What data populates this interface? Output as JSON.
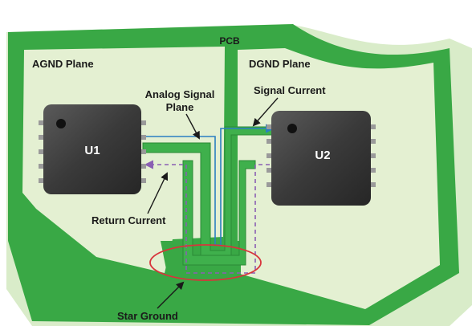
{
  "labels": {
    "pcb": "PCB",
    "agnd_plane": "AGND Plane",
    "dgnd_plane": "DGND Plane",
    "analog_signal_plane_line1": "Analog Signal",
    "analog_signal_plane_line2": "Plane",
    "signal_current": "Signal Current",
    "return_current": "Return Current",
    "star_ground": "Star Ground"
  },
  "chips": {
    "u1": "U1",
    "u2": "U2"
  },
  "colors": {
    "pcb_green": "#39a845",
    "pcb_dark": "#2b8a36",
    "plane_fill": "#e4f0d2",
    "trace_green": "#3fb04c",
    "chip_body": "#3a3a3a",
    "signal_arrow": "#2a7fc1",
    "return_arrow": "#8a5fb3",
    "star_ground_ring": "#d8343b"
  }
}
